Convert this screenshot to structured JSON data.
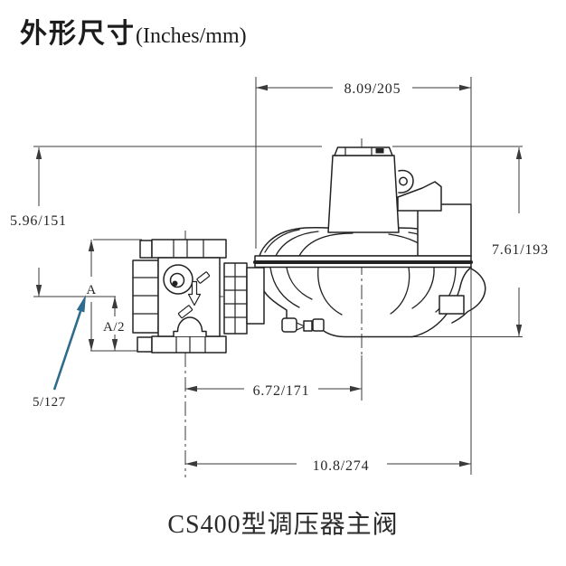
{
  "page": {
    "title_zh": "外形尺寸",
    "title_en": "(Inches/mm)",
    "caption": "CS400型调压器主阀"
  },
  "dimensions": {
    "overall_width": "8.09/205",
    "overall_height_right": "7.61/193",
    "top_to_centerline": "5.96/151",
    "face_to_face": "A",
    "half_face_to_face": "A/2",
    "centerline_callout": "5/127",
    "centerline_to_diaphragm": "6.72/171",
    "centerline_to_edge": "10.8/274"
  },
  "colors": {
    "dimension_line": "#3a3a3a",
    "outline": "#222222",
    "callout_arrow": "#2e6b8c",
    "background": "#ffffff"
  }
}
